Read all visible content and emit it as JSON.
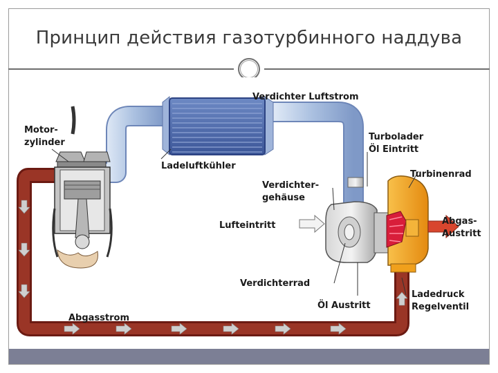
{
  "slide": {
    "title": "Принцип действия газотурбинного наддува"
  },
  "diagram": {
    "labels": {
      "motor_line1": "Motor-",
      "motor_line2": "zylinder",
      "verdichter_luftstrom": "Verdichter Luftstrom",
      "turbolader_line1": "Turbolader",
      "turbolader_line2": "Öl Eintritt",
      "ladeluftkuehler": "Ladeluftkühler",
      "turbinenrad": "Turbinenrad",
      "verdichtergehaeuse_line1": "Verdichter-",
      "verdichtergehaeuse_line2": "gehäuse",
      "lufteintritt": "Lufteintritt",
      "abgas_line1": "Abgas-",
      "abgas_line2": "Austritt",
      "verdichterrad": "Verdichterrad",
      "oel_austritt": "Öl Austritt",
      "ladedruck_line1": "Ladedruck",
      "ladedruck_line2": "Regelventil",
      "abgasstrom": "Abgasstrom"
    },
    "colors": {
      "exhaust_pipe": "#8b2a1e",
      "intake_pipe": "#b8cbe6",
      "intercooler": "#4f6fb3",
      "turbine_housing": "#f0a01c",
      "turbine_wheel": "#d81e3a",
      "arrow": "#c9c9c9"
    }
  }
}
